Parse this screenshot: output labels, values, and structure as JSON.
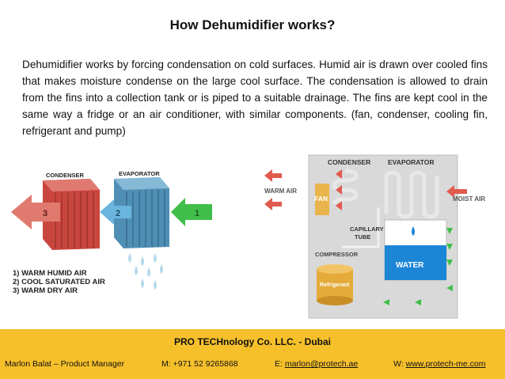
{
  "title": "How Dehumidifier works?",
  "paragraph": "Dehumidifier works by forcing condensation on cold surfaces. Humid air is drawn over cooled fins that makes moisture condense on the large cool surface. The condensation is allowed to drain from the fins into a collection tank or is piped to a suitable drainage. The fins are kept cool in the same way a fridge or an air conditioner, with similar components. (fan, condenser, cooling fin, refrigerant and pump)",
  "left_diagram": {
    "condenser_label": "CONDENSER",
    "evaporator_label": "EVAPORATOR",
    "arrow_numbers": [
      "3",
      "2",
      "1"
    ],
    "legend": [
      "1) WARM HUMID AIR",
      "2) COOL SATURATED AIR",
      "3) WARM DRY AIR"
    ]
  },
  "right_diagram": {
    "condenser": "CONDENSER",
    "evaporator": "EVAPORATOR",
    "warm_air": "WARM AIR",
    "fan": "FAN",
    "moist_air": "MOIST AIR",
    "capillary_line1": "CAPILLARY",
    "capillary_line2": "TUBE",
    "compressor": "COMPRESSOR",
    "water": "WATER",
    "refrigerant": "Refrigerant"
  },
  "footer": {
    "company": "PRO TECHnology Co. LLC. - Dubai",
    "contact": "Marlon Balat – Product Manager",
    "mobile_label": "M: +971 52 9265868",
    "email_prefix": "E:",
    "email": "marlon@protech.ae",
    "web_prefix": "W:",
    "web": "www.protech-me.com"
  },
  "colors": {
    "footer_bg": "#f6c02b",
    "red_arrow": "#e05a4e",
    "blue_arrow": "#5aaed8",
    "green_arrow": "#3fbf4a",
    "panel": "#d8d8d8"
  }
}
